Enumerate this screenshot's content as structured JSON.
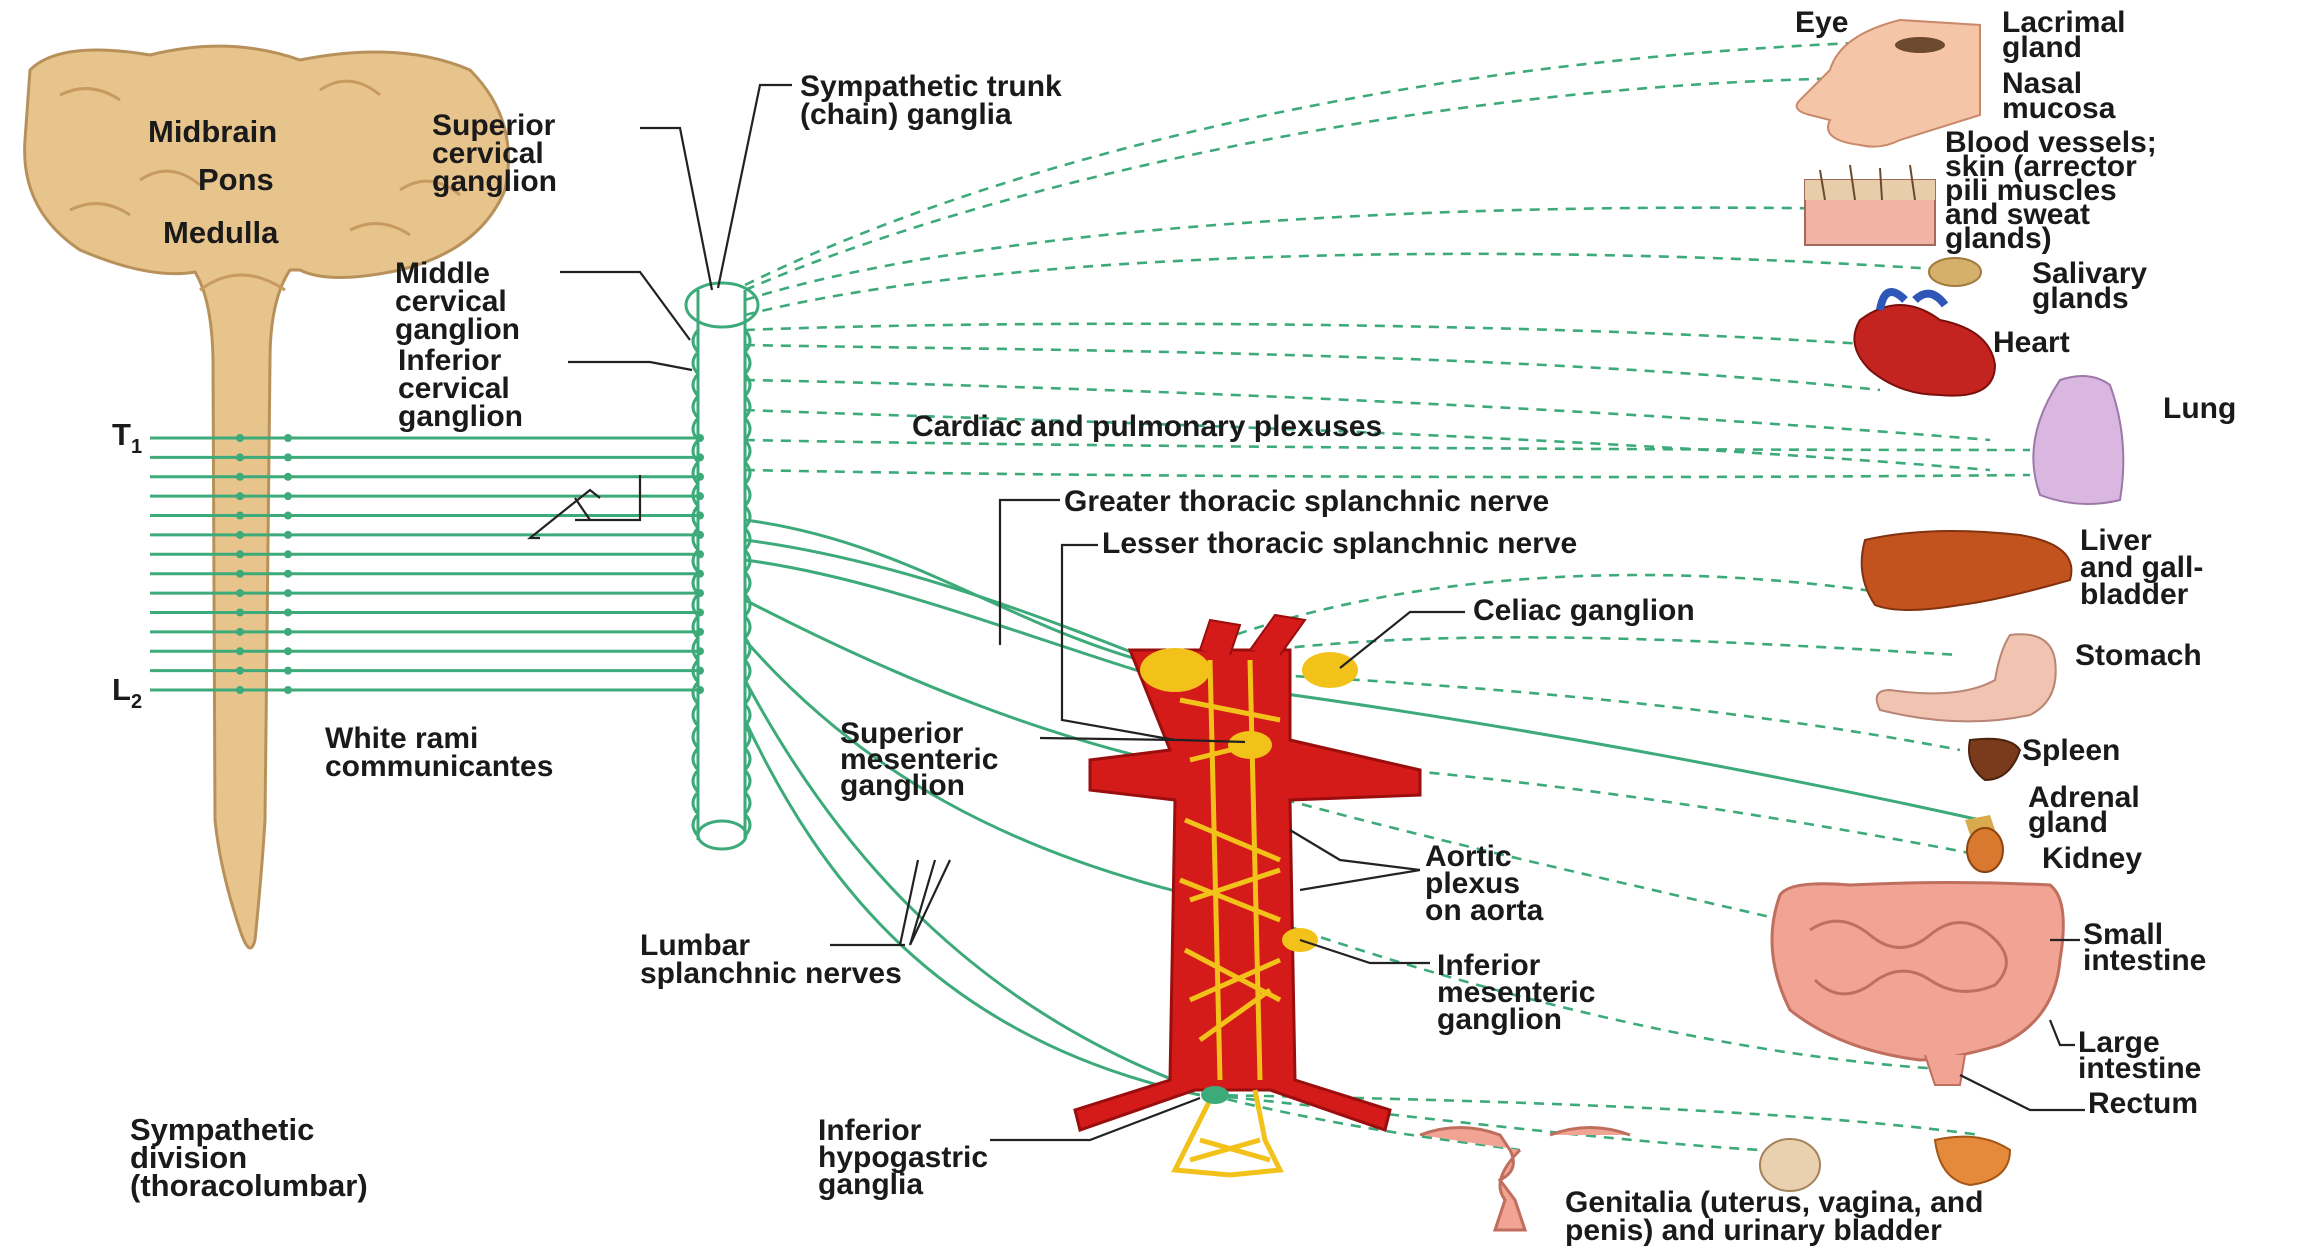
{
  "colors": {
    "nerve": "#3daa7a",
    "brain": "#e8c48d",
    "aorta": "#d51a1a",
    "plexus": "#f2c21b",
    "text": "#1a1a1a",
    "background": "#ffffff"
  },
  "brain_labels": {
    "midbrain": "Midbrain",
    "pons": "Pons",
    "medulla": "Medulla"
  },
  "spinal_levels": {
    "t1": "T",
    "t1_sub": "1",
    "l2": "L",
    "l2_sub": "2"
  },
  "chain_labels": {
    "superior_cervical": [
      "Superior",
      "cervical",
      "ganglion"
    ],
    "middle_cervical": [
      "Middle",
      "cervical",
      "ganglion"
    ],
    "inferior_cervical": [
      "Inferior",
      "cervical",
      "ganglion"
    ],
    "sympathetic_trunk": [
      "Sympathetic trunk",
      "(chain) ganglia"
    ],
    "white_rami": [
      "White rami",
      "communicantes"
    ]
  },
  "nerve_labels": {
    "cardiac_pulmonary": "Cardiac and pulmonary plexuses",
    "greater_splanchnic": "Greater thoracic splanchnic nerve",
    "lesser_splanchnic": "Lesser thoracic splanchnic nerve",
    "celiac": "Celiac ganglion",
    "superior_mesenteric": [
      "Superior",
      "mesenteric",
      "ganglion"
    ],
    "aortic_plexus": [
      "Aortic",
      "plexus",
      "on aorta"
    ],
    "inferior_mesenteric": [
      "Inferior",
      "mesenteric",
      "ganglion"
    ],
    "lumbar_splanchnic": [
      "Lumbar",
      "splanchnic nerves"
    ],
    "inferior_hypogastric": [
      "Inferior",
      "hypogastric",
      "ganglia"
    ]
  },
  "organ_labels": {
    "eye": "Eye",
    "lacrimal": [
      "Lacrimal",
      "gland"
    ],
    "nasal": [
      "Nasal",
      "mucosa"
    ],
    "skin": [
      "Blood vessels;",
      "skin (arrector",
      "pili muscles",
      "and sweat",
      "glands)"
    ],
    "salivary": [
      "Salivary",
      "glands"
    ],
    "heart": "Heart",
    "lung": "Lung",
    "liver": [
      "Liver",
      "and gall-",
      "bladder"
    ],
    "stomach": "Stomach",
    "spleen": "Spleen",
    "adrenal": [
      "Adrenal",
      "gland"
    ],
    "kidney": "Kidney",
    "small_intestine": [
      "Small",
      "intestine"
    ],
    "large_intestine": [
      "Large",
      "intestine"
    ],
    "rectum": "Rectum",
    "genitalia": [
      "Genitalia (uterus, vagina, and",
      "penis) and urinary bladder"
    ]
  },
  "division_title": [
    "Sympathetic",
    "division",
    "(thoracolumbar)"
  ]
}
